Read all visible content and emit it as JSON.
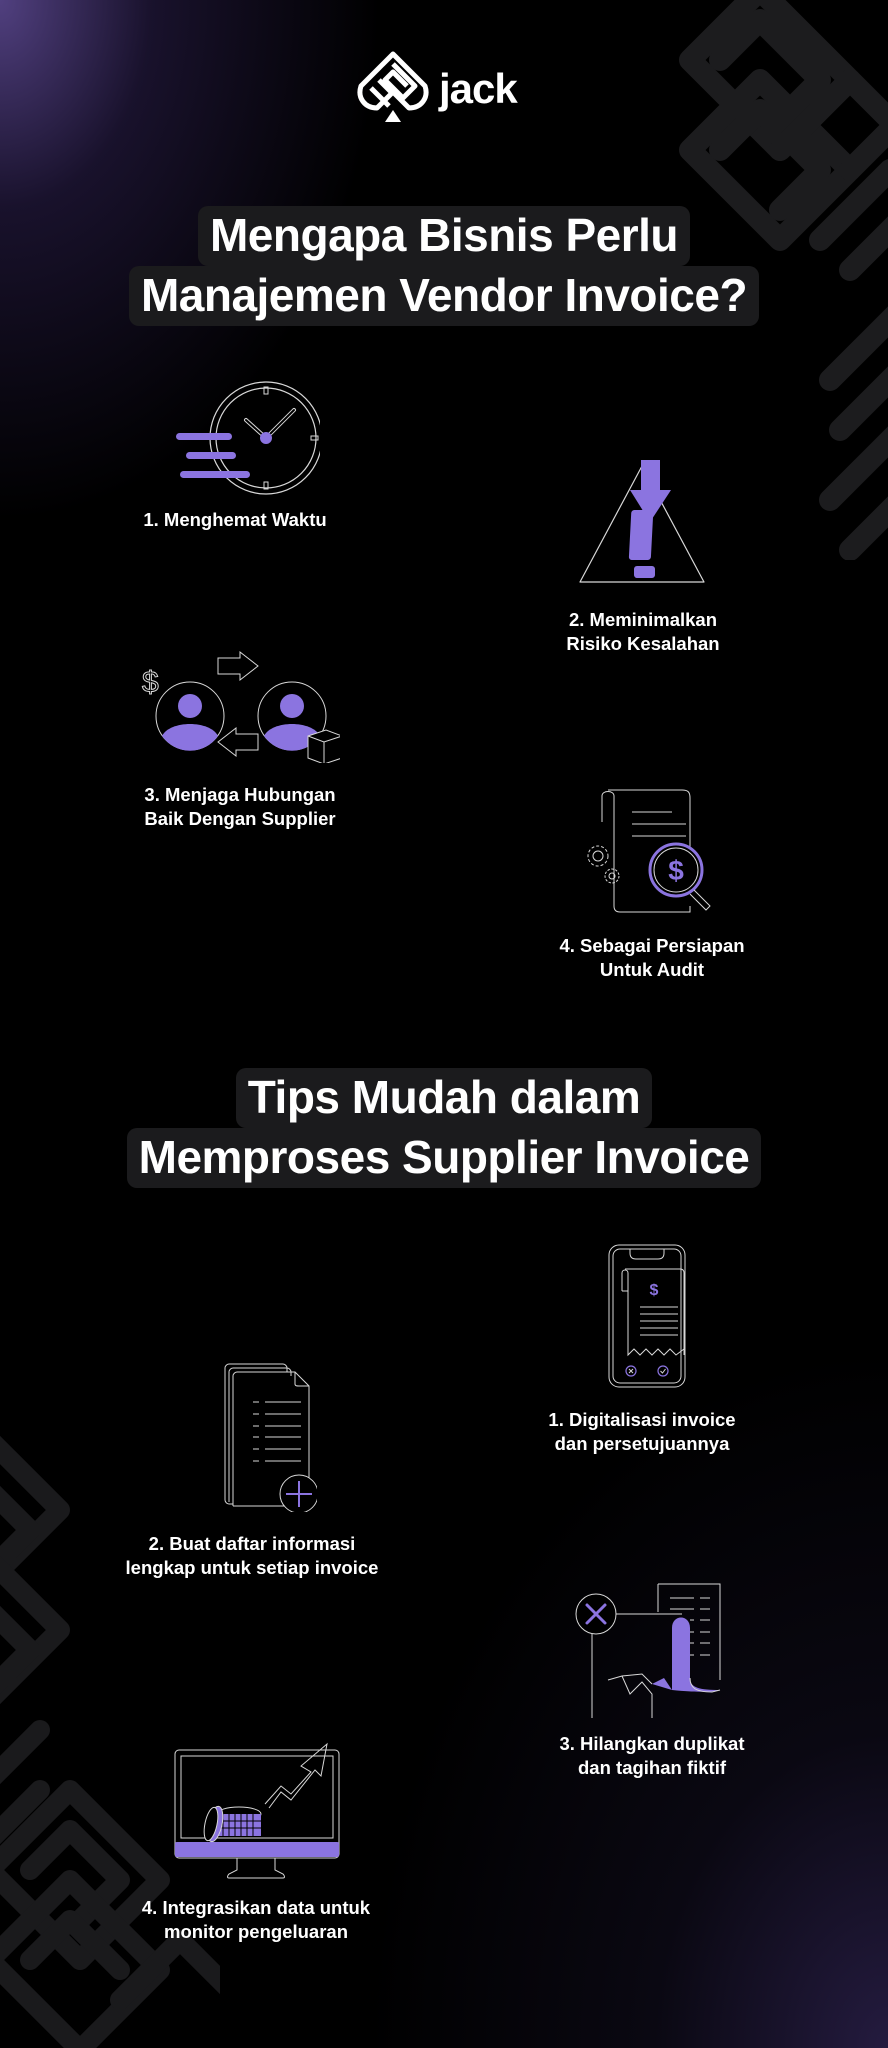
{
  "brand": {
    "name": "jack",
    "logo_icon": "spade-maze-icon"
  },
  "colors": {
    "accent": "#8B74E0",
    "background": "#000000",
    "title_box": "#1b1b1d",
    "line_icon": "#d8d8d8",
    "text": "#ffffff"
  },
  "section1": {
    "title_line1": "Mengapa Bisnis Perlu",
    "title_line2": "Manajemen Vendor Invoice?",
    "items": [
      {
        "label_line1": "1. Menghemat Waktu",
        "label_line2": "",
        "icon": "fast-clock-icon"
      },
      {
        "label_line1": "2. Meminimalkan",
        "label_line2": "Risiko Kesalahan",
        "icon": "warning-triangle-icon"
      },
      {
        "label_line1": "3. Menjaga Hubungan",
        "label_line2": "Baik Dengan Supplier",
        "icon": "people-exchange-icon"
      },
      {
        "label_line1": "4. Sebagai Persiapan",
        "label_line2": "Untuk Audit",
        "icon": "document-audit-icon"
      }
    ]
  },
  "section2": {
    "title_line1": "Tips Mudah dalam",
    "title_line2": "Memproses Supplier Invoice",
    "items": [
      {
        "label_line1": "1. Digitalisasi invoice",
        "label_line2": "dan persetujuannya",
        "icon": "phone-receipt-icon"
      },
      {
        "label_line1": "2. Buat daftar informasi",
        "label_line2": "lengkap untuk setiap invoice",
        "icon": "documents-add-icon"
      },
      {
        "label_line1": "3. Hilangkan duplikat",
        "label_line2": "dan tagihan fiktif",
        "icon": "torn-invoice-icon"
      },
      {
        "label_line1": "4. Integrasikan data untuk",
        "label_line2": "monitor pengeluaran",
        "icon": "monitor-growth-icon"
      }
    ]
  }
}
